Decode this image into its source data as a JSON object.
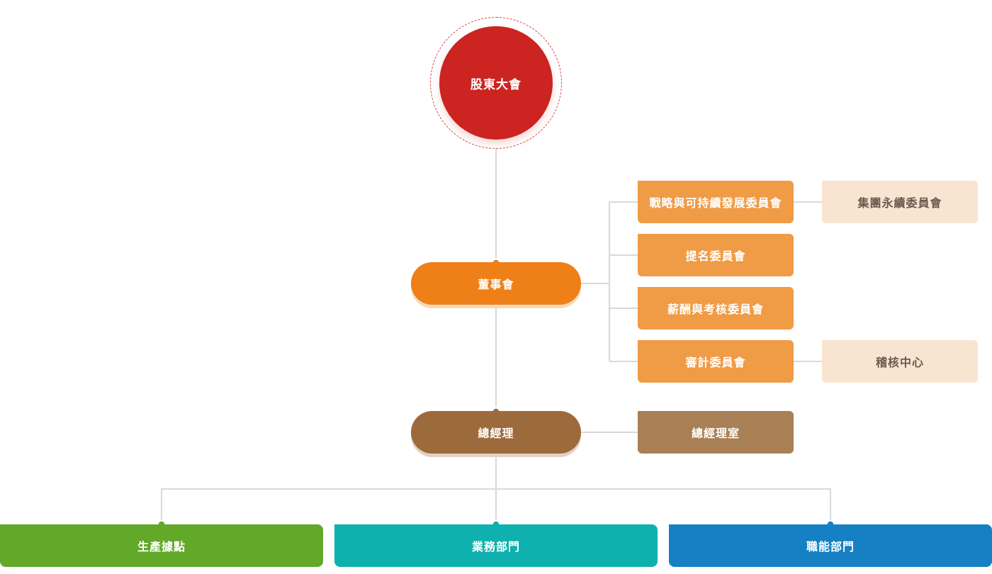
{
  "nodes": {
    "shareholders": "股東大會",
    "board": "董事會",
    "general_manager": "總經理",
    "gm_office": "總經理室"
  },
  "committees": [
    "戰略與可持續發展委員會",
    "提名委員會",
    "薪酬與考核委員會",
    "審計委員會"
  ],
  "side_units": [
    "集團永續委員會",
    "稽核中心"
  ],
  "departments": [
    "生產據點",
    "業務部門",
    "職能部門"
  ],
  "colors": {
    "shareholders": "#cc2421",
    "board": "#ee8017",
    "committee": "#f09b45",
    "side_unit": "#f9e4d2",
    "general_manager": "#9c6a3b",
    "gm_office": "#a97f55",
    "production": "#62a829",
    "business": "#0eb1ad",
    "functional": "#1580c4",
    "connector": "#d9d9d9"
  }
}
